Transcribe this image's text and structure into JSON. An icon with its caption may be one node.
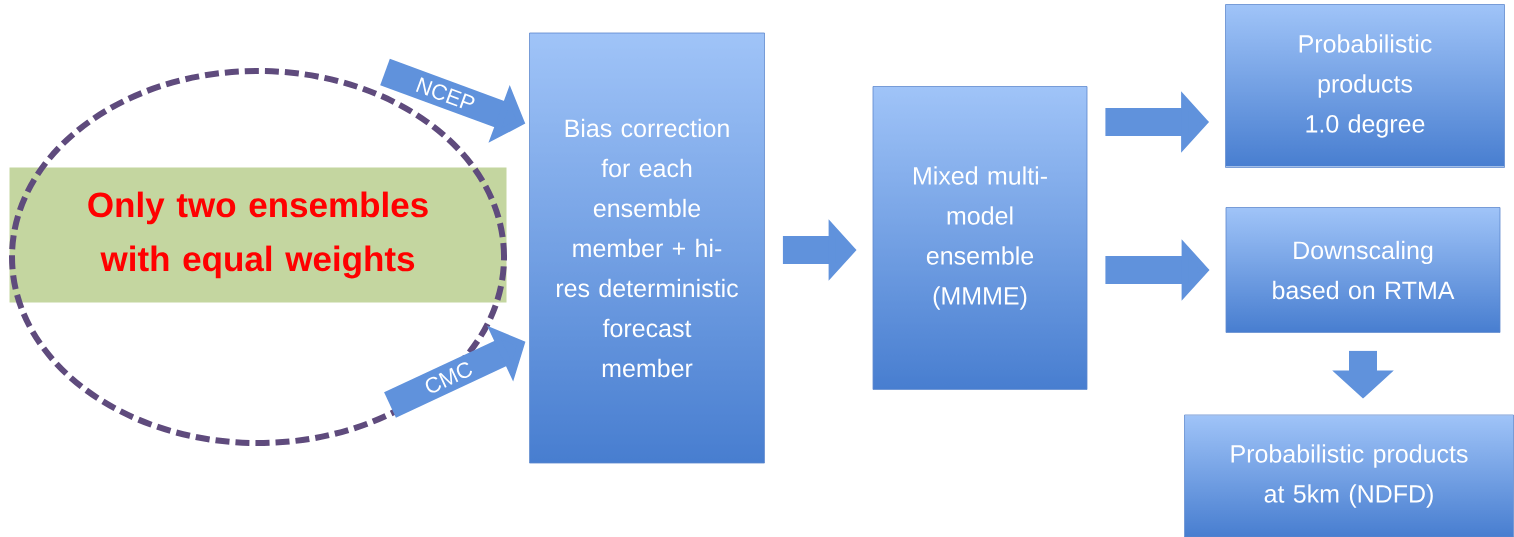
{
  "diagram": {
    "nodes": [
      {
        "text": [
          "Bias correction for each ensemble member + hi-res deterministic forecast member"
        ]
      },
      {
        "text": [
          "Mixed multi-model ensemble (MMME)"
        ]
      },
      {
        "text": [
          "Probabilistic products 1.0 degree"
        ]
      },
      {
        "text": [
          "Downscaling based on RTMA"
        ]
      },
      {
        "text": [
          "Probabilistic products at 5km (NDFD)"
        ]
      },
      {
        "text": [
          "Only two ensembles with equal weights"
        ]
      }
    ],
    "edges": [
      {
        "from": null,
        "to": 0,
        "arrow": "to",
        "label": "NCEP"
      },
      {
        "from": null,
        "to": 0,
        "arrow": "to",
        "label": "CMC"
      },
      {
        "from": 0,
        "to": 1,
        "arrow": "to"
      },
      {
        "from": 1,
        "to": 2,
        "arrow": "to"
      },
      {
        "from": 1,
        "to": 3,
        "arrow": "to"
      },
      {
        "from": 3,
        "to": 4,
        "arrow": "to"
      }
    ]
  }
}
